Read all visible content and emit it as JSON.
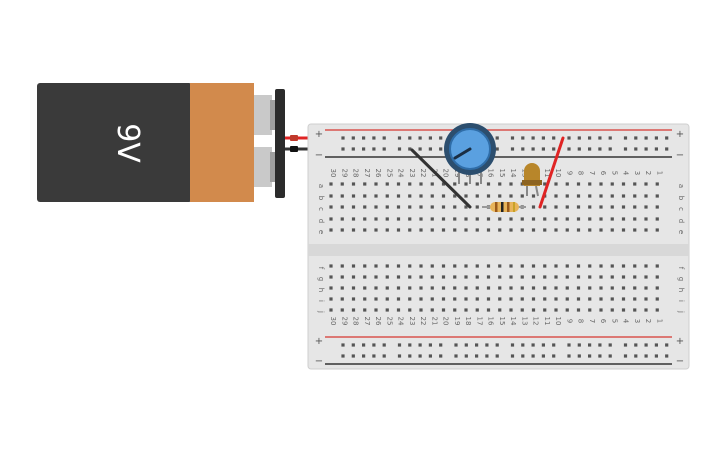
{
  "battery": {
    "label": "9V",
    "body_color": "#3a3a3a",
    "band_color": "#d28a4c"
  },
  "breadboard": {
    "row_letters_top": [
      "a",
      "b",
      "c",
      "d",
      "e"
    ],
    "row_letters_bottom": [
      "f",
      "g",
      "h",
      "i",
      "j"
    ],
    "column_numbers": [
      "30",
      "29",
      "28",
      "27",
      "26",
      "25",
      "24",
      "23",
      "22",
      "21",
      "20",
      "19",
      "18",
      "17",
      "16",
      "15",
      "14",
      "13",
      "12",
      "11",
      "10",
      "9",
      "8",
      "7",
      "6",
      "5",
      "4",
      "3",
      "2",
      "1"
    ],
    "rail_plus": "+",
    "rail_minus": "−",
    "rail_red": "#d9534f",
    "rail_dark": "#333333"
  },
  "components": {
    "potentiometer": {
      "color": "#4a90d9"
    },
    "led": {
      "color": "#b8862a"
    },
    "resistor": {
      "color": "#e8b45a"
    },
    "wire_black": "#333333",
    "wire_red": "#e02424"
  }
}
